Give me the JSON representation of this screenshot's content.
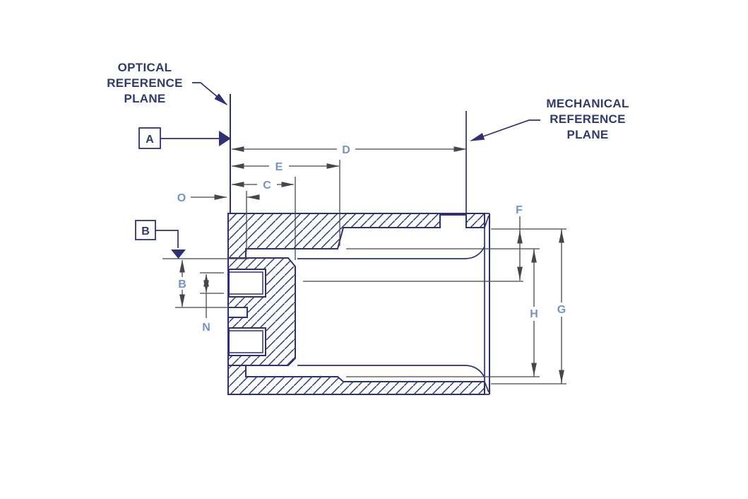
{
  "drawing": {
    "type": "mechanical-cross-section",
    "subject": "optical receptacle section view with datums and letter dimensions"
  },
  "colors": {
    "part_line": "#2e3176",
    "annotation_text": "#303a6e",
    "dim_line": "#45464e",
    "dim_letter": "#7394c8",
    "background": "#ffffff"
  },
  "annotations": {
    "optical_reference_plane": {
      "line1": "OPTICAL",
      "line2": "REFERENCE",
      "line3": "PLANE"
    },
    "mechanical_reference_plane": {
      "line1": "MECHANICAL",
      "line2": "REFERENCE",
      "line3": "PLANE"
    },
    "datum_a": {
      "label": "A"
    },
    "datum_b": {
      "label": "B"
    }
  },
  "dimensions": {
    "d": {
      "label": "D"
    },
    "e": {
      "label": "E"
    },
    "c": {
      "label": "C"
    },
    "o": {
      "label": "O"
    },
    "b": {
      "label": "B"
    },
    "n": {
      "label": "N"
    },
    "f": {
      "label": "F"
    },
    "h": {
      "label": "H"
    },
    "g": {
      "label": "G"
    }
  }
}
